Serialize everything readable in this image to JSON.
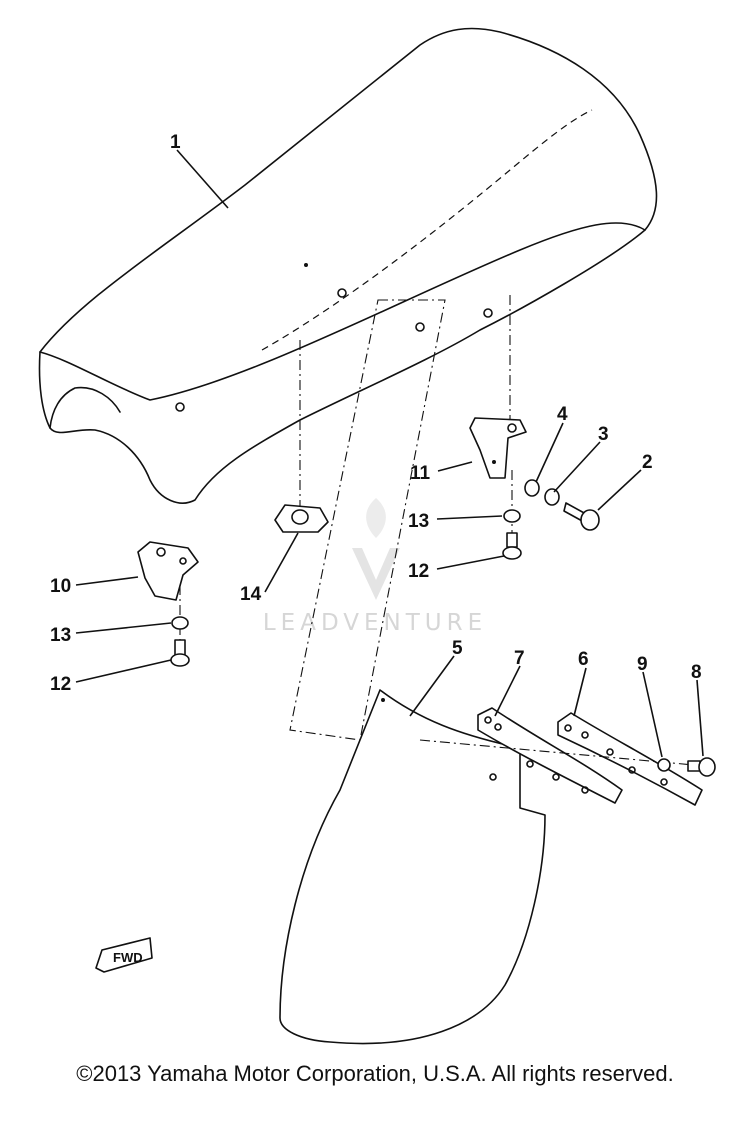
{
  "parts": [
    {
      "id": "part-1",
      "label": "1"
    },
    {
      "id": "part-2",
      "label": "2"
    },
    {
      "id": "part-3",
      "label": "3"
    },
    {
      "id": "part-4",
      "label": "4"
    },
    {
      "id": "part-5",
      "label": "5"
    },
    {
      "id": "part-6",
      "label": "6"
    },
    {
      "id": "part-7",
      "label": "7"
    },
    {
      "id": "part-8",
      "label": "8"
    },
    {
      "id": "part-9",
      "label": "9"
    },
    {
      "id": "part-10",
      "label": "10"
    },
    {
      "id": "part-11",
      "label": "11"
    },
    {
      "id": "part-12a",
      "label": "12"
    },
    {
      "id": "part-12b",
      "label": "12"
    },
    {
      "id": "part-13a",
      "label": "13"
    },
    {
      "id": "part-13b",
      "label": "13"
    },
    {
      "id": "part-14",
      "label": "14"
    }
  ],
  "direction_marker": "FWD",
  "watermark": "LEADVENTURE",
  "copyright": "©2013 Yamaha Motor Corporation, U.S.A. All rights reserved."
}
